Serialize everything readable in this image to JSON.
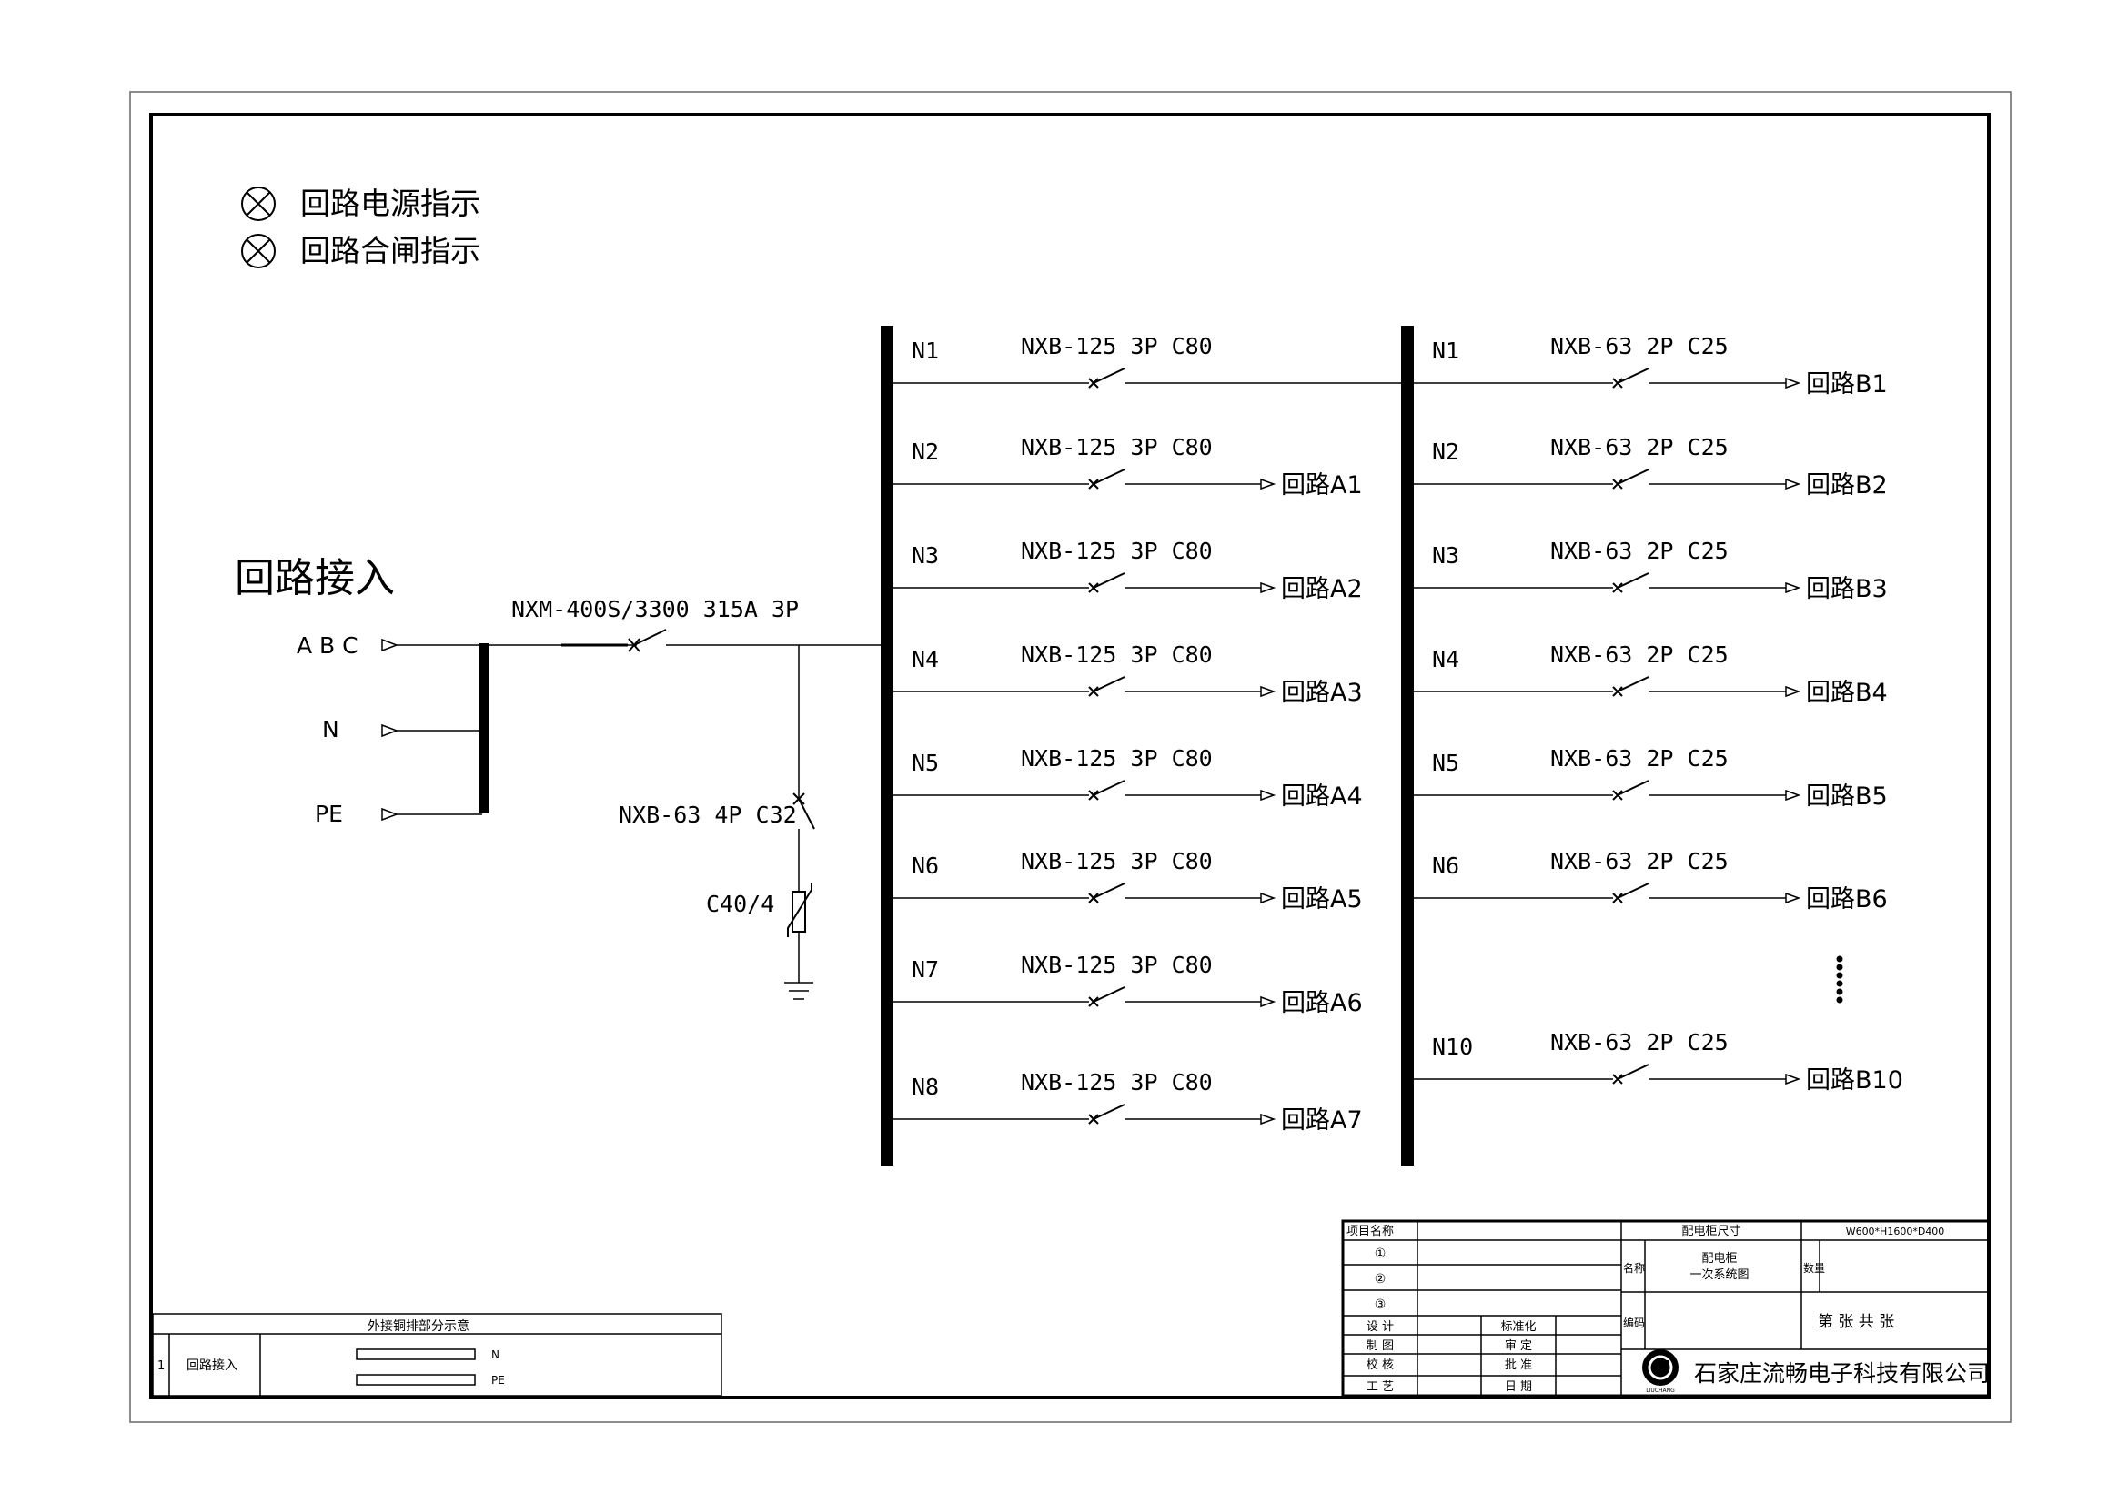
{
  "legend": [
    {
      "icon": "indicator-lamp-icon",
      "label": "回路电源指示"
    },
    {
      "icon": "indicator-lamp-icon",
      "label": "回路合闸指示"
    }
  ],
  "incoming": {
    "title": "回路接入",
    "phases": [
      "A B C",
      "N",
      "PE"
    ],
    "main_breaker": "NXM-400S/3300 315A 3P",
    "spd_breaker": "NXB-63 4P C32",
    "spd": "C40/4"
  },
  "feeders_a": [
    {
      "n": "N1",
      "breaker": "NXB-125 3P C80",
      "out": ""
    },
    {
      "n": "N2",
      "breaker": "NXB-125 3P C80",
      "out": "回路A1"
    },
    {
      "n": "N3",
      "breaker": "NXB-125 3P C80",
      "out": "回路A2"
    },
    {
      "n": "N4",
      "breaker": "NXB-125 3P C80",
      "out": "回路A3"
    },
    {
      "n": "N5",
      "breaker": "NXB-125 3P C80",
      "out": "回路A4"
    },
    {
      "n": "N6",
      "breaker": "NXB-125 3P C80",
      "out": "回路A5"
    },
    {
      "n": "N7",
      "breaker": "NXB-125 3P C80",
      "out": "回路A6"
    },
    {
      "n": "N8",
      "breaker": "NXB-125 3P C80",
      "out": "回路A7"
    }
  ],
  "feeders_b": [
    {
      "n": "N1",
      "breaker": "NXB-63 2P C25",
      "out": "回路B1"
    },
    {
      "n": "N2",
      "breaker": "NXB-63 2P C25",
      "out": "回路B2"
    },
    {
      "n": "N3",
      "breaker": "NXB-63 2P C25",
      "out": "回路B3"
    },
    {
      "n": "N4",
      "breaker": "NXB-63 2P C25",
      "out": "回路B4"
    },
    {
      "n": "N5",
      "breaker": "NXB-63 2P C25",
      "out": "回路B5"
    },
    {
      "n": "N6",
      "breaker": "NXB-63 2P C25",
      "out": "回路B6"
    },
    {
      "n": "N10",
      "breaker": "NXB-63 2P C25",
      "out": "回路B10"
    }
  ],
  "copper_table": {
    "title": "外接铜排部分示意",
    "row_no": "1",
    "row_name": "回路接入",
    "bar_labels": [
      "N",
      "PE"
    ]
  },
  "title_block": {
    "project_label": "项目名称",
    "marks": [
      "①",
      "②",
      "③"
    ],
    "size_label": "配电柜尺寸",
    "size_value": "W600*H1600*D400",
    "name_label": "名称",
    "name_value_1": "配电柜",
    "name_value_2": "一次系统图",
    "qty_label": "数量",
    "code_label": "编码",
    "sheet_text": "第    张 共    张",
    "roles_left": [
      "设  计",
      "制  图",
      "校  核",
      "工  艺"
    ],
    "roles_right": [
      "标准化",
      "审  定",
      "批  准",
      "日  期"
    ],
    "company": "石家庄流畅电子科技有限公司",
    "logo_text": "LIUCHANG"
  },
  "colors": {
    "line": "#000000",
    "background": "#ffffff",
    "frame": "#555555"
  }
}
